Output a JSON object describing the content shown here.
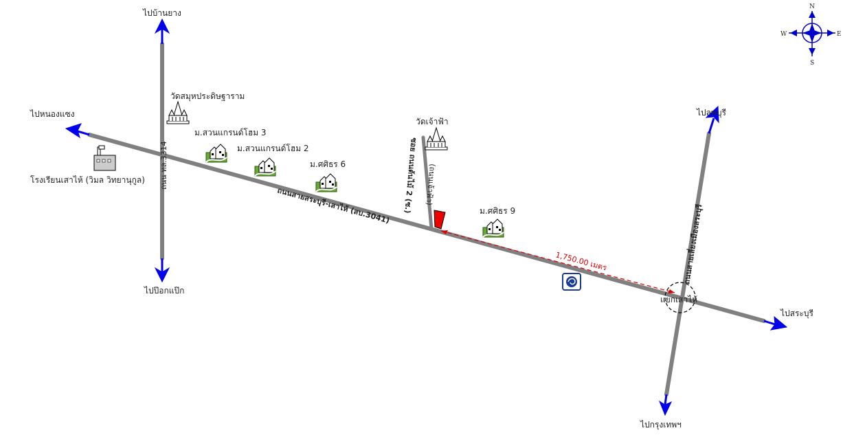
{
  "directions": {
    "top": "ไปบ้านยาง",
    "bottom_left": "ไปป๊อกแป๊ก",
    "left": "ไปหนองแซง",
    "right": "ไปสระบุรี",
    "top_right": "ไปลพบุรี",
    "bottom": "ไปกรุงเทพฯ"
  },
  "roads": {
    "main": "ถนนสายสระบุรี-เสาไห้ (สบ.3041)",
    "vertical": "ถนน ทล.3314",
    "bypass": "ถนนสายเลี่ยงเมืองสระบุรี",
    "soi_a": "ซอย ถนนต้นไม้ 2 (ซ.)",
    "soi_b": "(ถนนเจ้าฟ้า)"
  },
  "places": {
    "temple1": "วัดสมุหประดิษฐาราม",
    "temple2": "วัดเจ้าฟ้า",
    "village1": "ม.สวนแกรนด์โฮม 3",
    "village2": "ม.สวนแกรนด์โฮม 2",
    "village3": "ม.ศศิธร 6",
    "village4": "ม.ศศิธร 9",
    "school": "โรงเรียนเสาไห้ (วิมล วิทยานุกูล)",
    "junction": "แยกเสาไห้"
  },
  "distance": "1,750.00 เมตร",
  "compass": {
    "n": "N",
    "s": "S",
    "e": "E",
    "w": "W"
  },
  "colors": {
    "road": "#808080",
    "arrow": "#0000ee",
    "distance": "#dd0000",
    "marker": "#ee0000",
    "village": "#66aa33",
    "bank": "#1a3a9c"
  }
}
